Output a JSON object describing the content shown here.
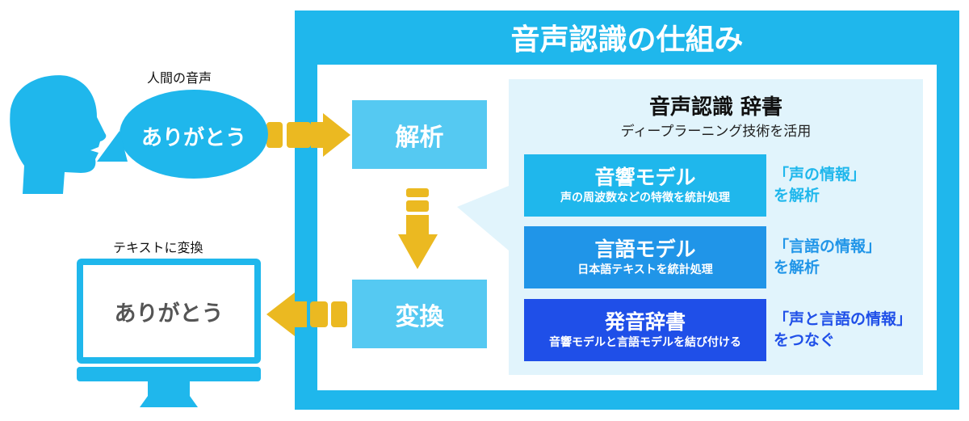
{
  "title": "音声認識の仕組み",
  "person": {
    "caption": "人間の音声",
    "speech": "ありがとう"
  },
  "monitor": {
    "caption": "テキストに変換",
    "text": "ありがとう"
  },
  "steps": {
    "analyze": "解析",
    "convert": "変換"
  },
  "dictionary": {
    "title": "音声認識 辞書",
    "subtitle": "ディープラーニング技術を活用",
    "models": [
      {
        "name": "音響モデル",
        "desc": "声の周波数などの特徴を統計処理",
        "label1": "「声の情報」",
        "label2": "を解析",
        "color": "#1fb7ec"
      },
      {
        "name": "言語モデル",
        "desc": "日本語テキストを統計処理",
        "label1": "「言語の情報」",
        "label2": "を解析",
        "color": "#2095e8"
      },
      {
        "name": "発音辞書",
        "desc": "音響モデルと言語モデルを結び付ける",
        "label1": "「声と言語の情報」",
        "label2": "をつなぐ",
        "color": "#1f4fe8"
      }
    ]
  },
  "colors": {
    "frame": "#1fb7ec",
    "arrow": "#ebb921",
    "step": "#55c9f2",
    "panel": "#e1f4fc"
  }
}
